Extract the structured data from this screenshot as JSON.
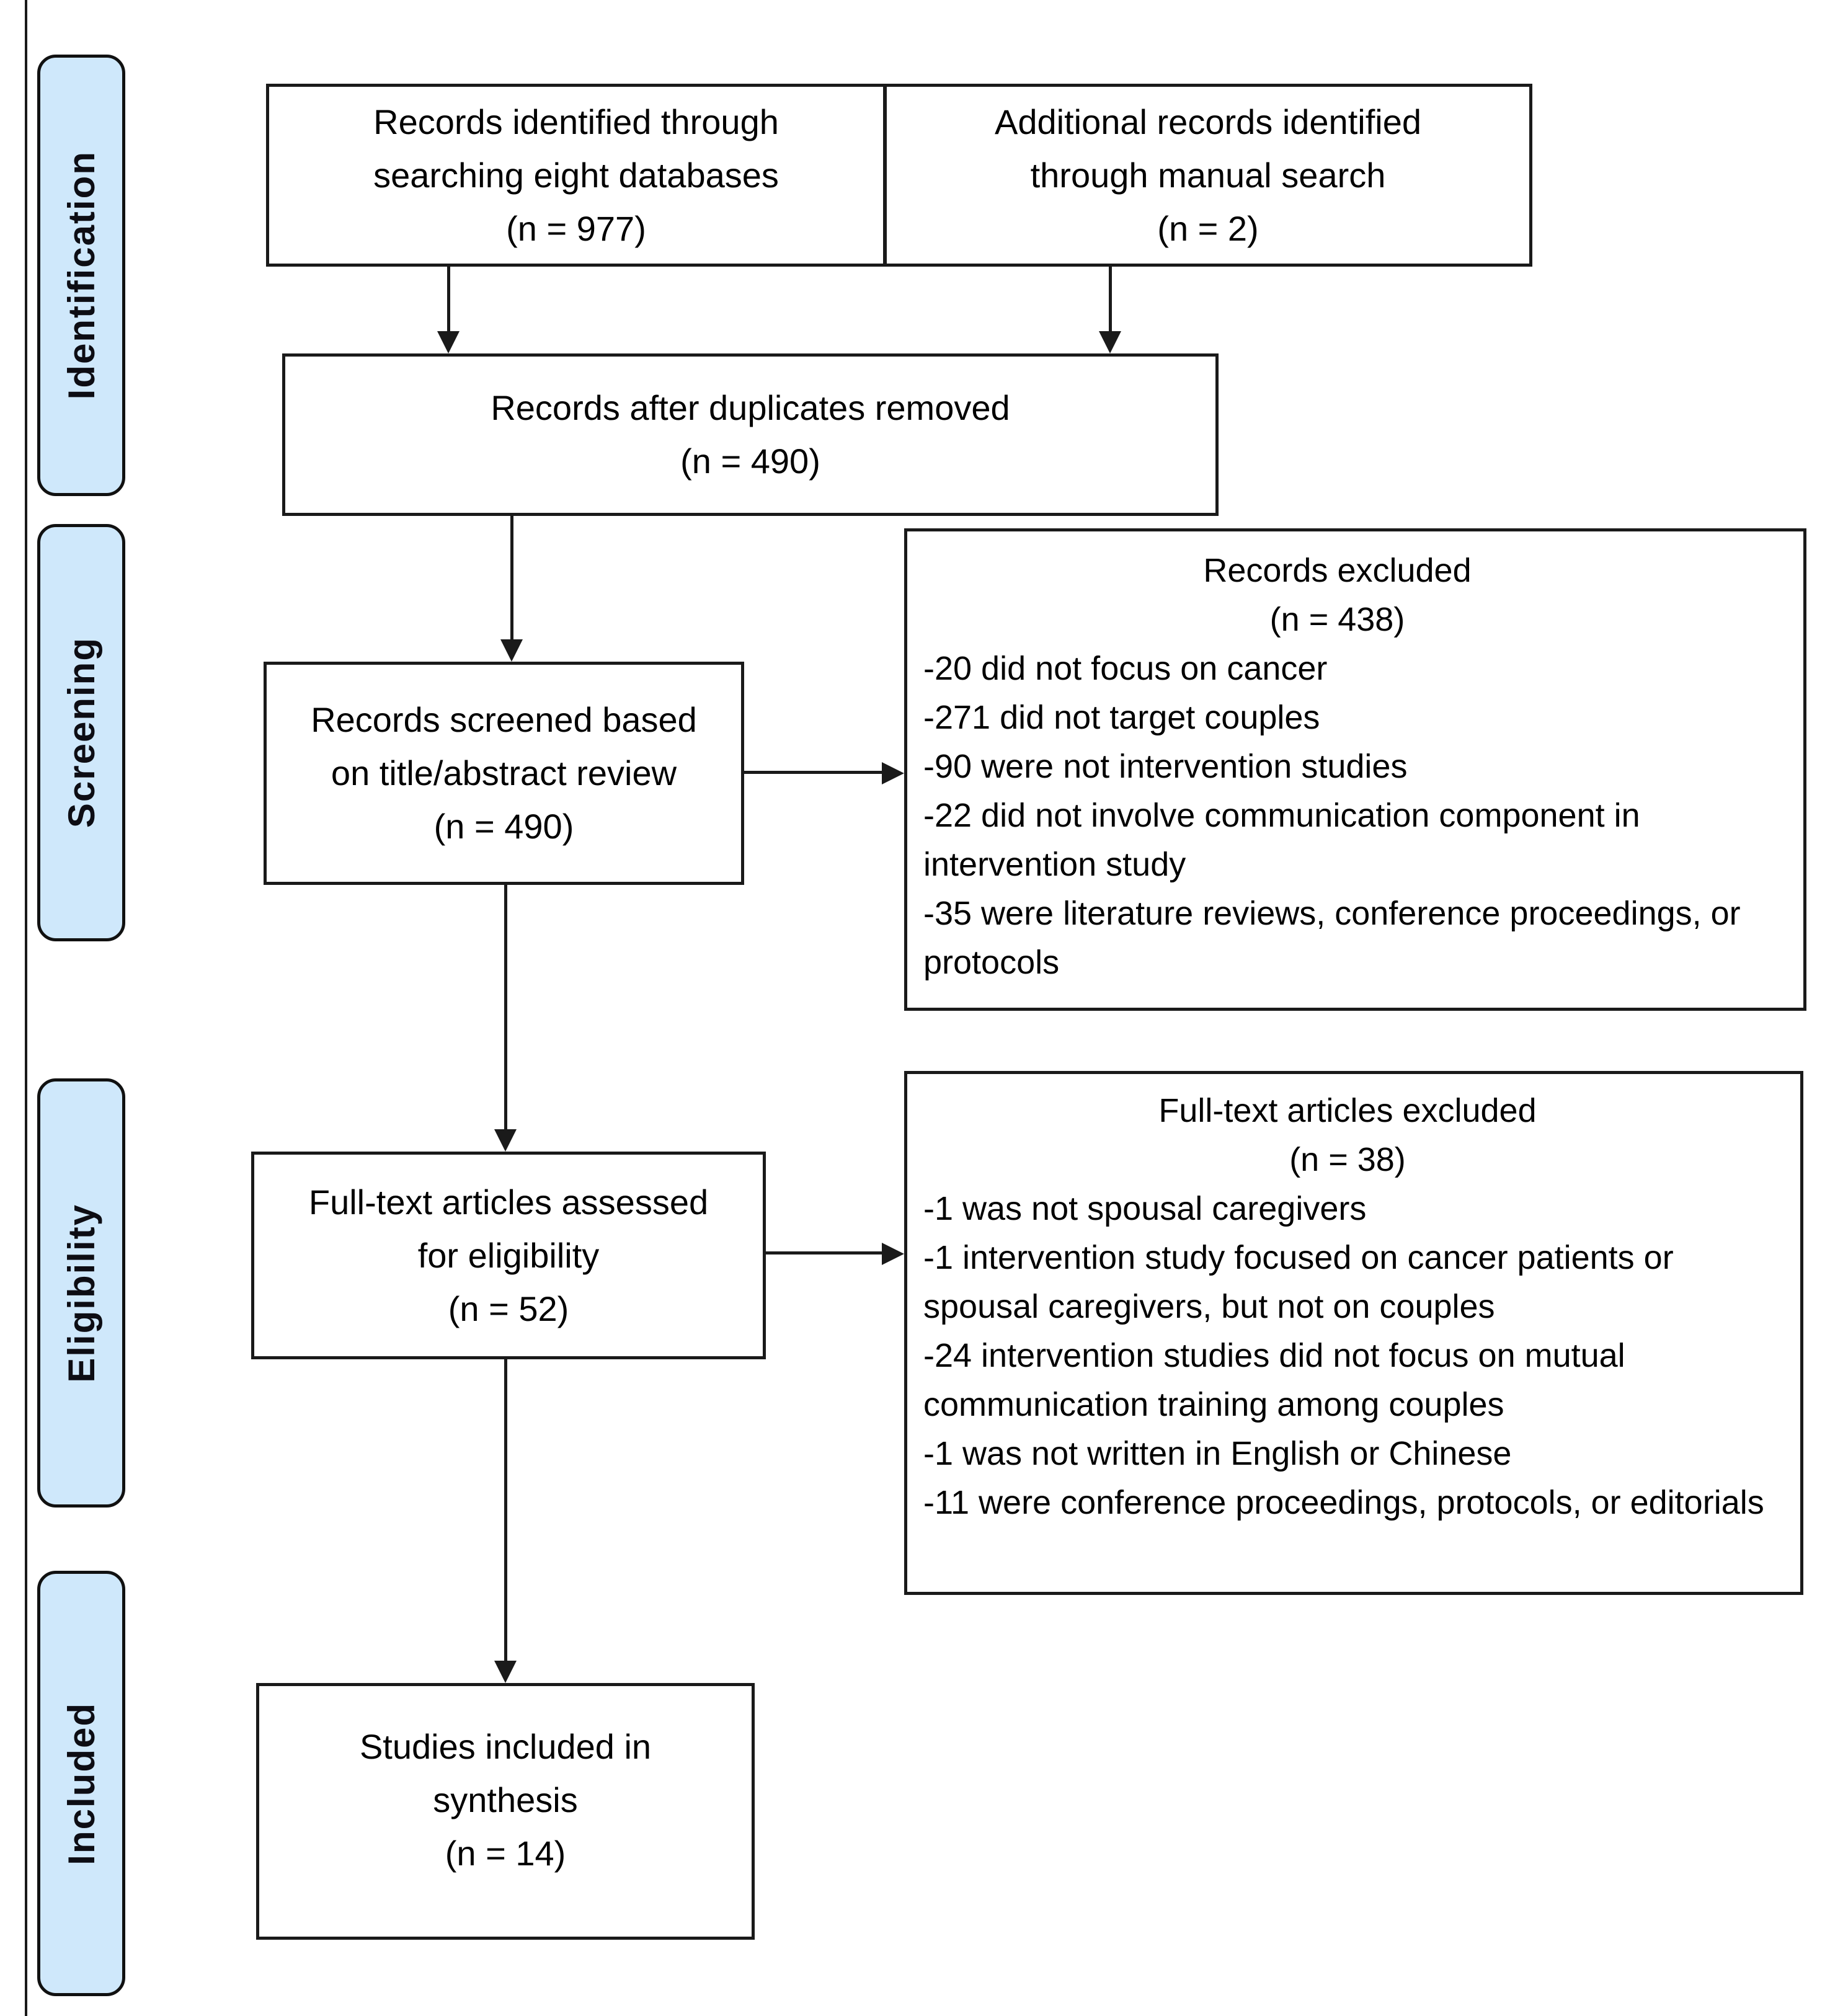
{
  "stages": [
    {
      "label": "Identification"
    },
    {
      "label": "Screening"
    },
    {
      "label": "Eligibility"
    },
    {
      "label": "Included"
    }
  ],
  "boxes": {
    "identified": {
      "lines": [
        "Records identified through",
        "searching eight databases",
        "(n = 977)"
      ]
    },
    "additional": {
      "lines": [
        "Additional records identified",
        "through manual search",
        "(n = 2)"
      ]
    },
    "deduplicated": {
      "lines": [
        "Records after duplicates removed",
        "(n = 490)"
      ]
    },
    "screened": {
      "lines": [
        "Records screened based",
        "on title/abstract review",
        "(n = 490)"
      ]
    },
    "records_excluded": {
      "title": "Records excluded",
      "count": "(n = 438)",
      "reasons": [
        "-20 did not focus on cancer",
        "-271 did not target couples",
        "-90 were not intervention studies",
        "-22 did not involve communication component in intervention study",
        "-35 were literature reviews, conference proceedings, or protocols"
      ]
    },
    "fulltext_assessed": {
      "lines": [
        "Full-text articles assessed",
        "for eligibility",
        "(n = 52)"
      ]
    },
    "fulltext_excluded": {
      "title": "Full-text articles excluded",
      "count": "(n = 38)",
      "reasons": [
        "-1 was not spousal caregivers",
        "-1 intervention study focused on cancer patients or spousal caregivers, but not on couples",
        "-24 intervention studies did not focus on mutual communication training among couples",
        "-1 was not written in English or Chinese",
        "-11 were conference proceedings, protocols, or editorials"
      ]
    },
    "included_synthesis": {
      "lines": [
        "Studies included in",
        "synthesis",
        "(n = 14)"
      ]
    }
  },
  "colors": {
    "stage_fill": "#cfe8fb",
    "stage_border": "#111111",
    "box_border": "#1a1a1a",
    "arrow": "#1a1a1a",
    "background": "#ffffff"
  }
}
